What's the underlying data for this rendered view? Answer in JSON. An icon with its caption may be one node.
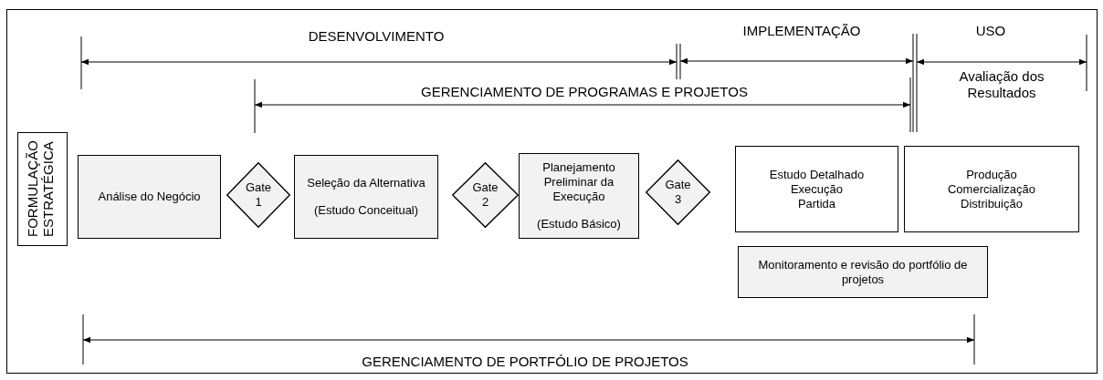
{
  "diagram": {
    "nodes": [
      {
        "text": [
          "FORMULAÇÃO ESTRATÉGICA"
        ]
      },
      {
        "text": [
          "Análise do Negócio"
        ]
      },
      {
        "text": [
          "Gate 1"
        ]
      },
      {
        "text": [
          "Seleção da Alternativa",
          "(Estudo Conceitual)"
        ]
      },
      {
        "text": [
          "Gate 2"
        ]
      },
      {
        "text": [
          "Planejamento Preliminar da Execução",
          "(Estudo Básico)"
        ]
      },
      {
        "text": [
          "Gate 3"
        ]
      },
      {
        "text": [
          "Estudo Detalhado",
          "Execução",
          "Partida"
        ]
      },
      {
        "text": [
          "Produção",
          "Comercialização",
          "Distribuição"
        ]
      },
      {
        "text": [
          "Monitoramento e revisão do portfólio de projetos"
        ]
      }
    ],
    "labels": [
      "DESENVOLVIMENTO",
      "IMPLEMENTAÇÃO",
      "USO",
      "GERENCIAMENTO DE PROGRAMAS E PROJETOS",
      "Avaliação dos Resultados",
      "GERENCIAMENTO DE PORTFÓLIO DE PROJETOS"
    ]
  }
}
